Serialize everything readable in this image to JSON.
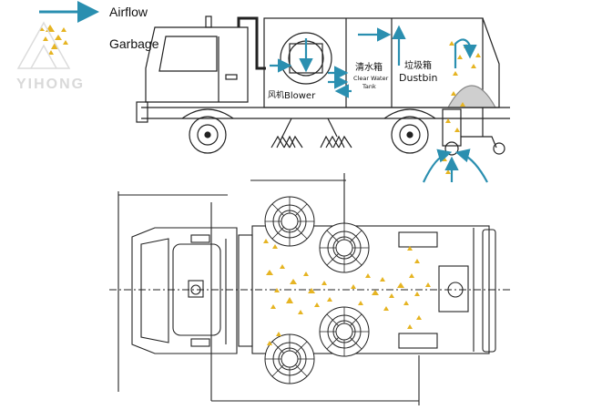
{
  "legend": {
    "airflow_label": "Airflow",
    "garbage_label": "Garbage"
  },
  "watermark": "YIHONG",
  "labels": {
    "clear_water_cn": "清水箱",
    "clear_water_en": "Clear Water",
    "tank_en": "Tank",
    "dustbin_cn": "垃圾箱",
    "dustbin_en": "Dustbin",
    "blower_cn": "风机",
    "blower_en": "Blower"
  },
  "colors": {
    "airflow": "#2a8fb0",
    "garbage": "#e6b422",
    "line": "#222222",
    "watermark": "#d9d9d9"
  },
  "icons": {
    "airflow_legend": "arrow-right-icon",
    "garbage_legend": "triangle-cluster-icon"
  }
}
